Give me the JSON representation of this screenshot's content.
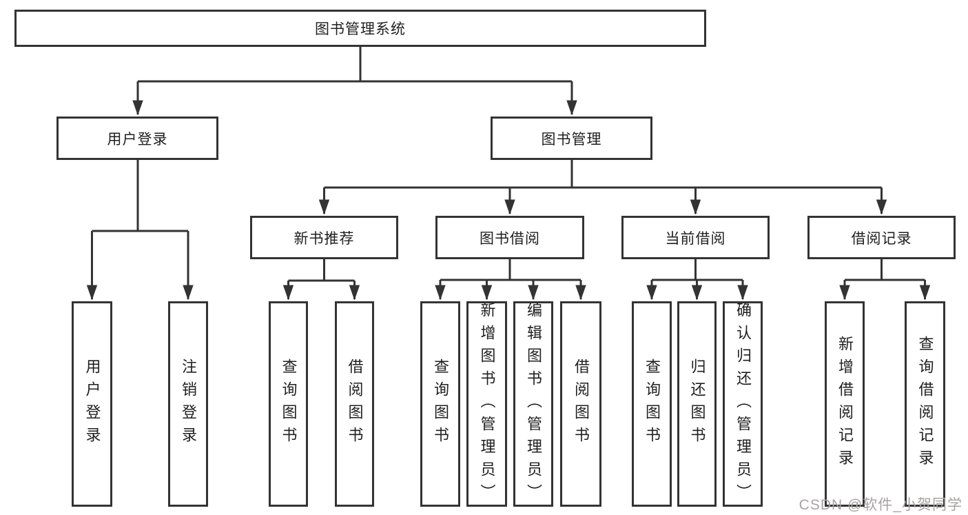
{
  "diagram": {
    "root": "图书管理系统",
    "branches": [
      {
        "label": "用户登录",
        "children": [
          "用户登录",
          "注销登录"
        ]
      },
      {
        "label": "图书管理",
        "children": [
          {
            "label": "新书推荐",
            "children": [
              "查询图书",
              "借阅图书"
            ]
          },
          {
            "label": "图书借阅",
            "children": [
              "查询图书",
              "新增图书（管理员）",
              "编辑图书（管理员）",
              "借阅图书"
            ]
          },
          {
            "label": "当前借阅",
            "children": [
              "查询图书",
              "归还图书",
              "确认归还（管理员）"
            ]
          },
          {
            "label": "借阅记录",
            "children": [
              "新增借阅记录",
              "查询借阅记录"
            ]
          }
        ]
      }
    ]
  },
  "watermark": "CSDN @软件_小贺同学",
  "colors": {
    "line": "#333333",
    "text": "#1f1f1f",
    "watermark": "#a8a2a2",
    "background": "#ffffff"
  }
}
